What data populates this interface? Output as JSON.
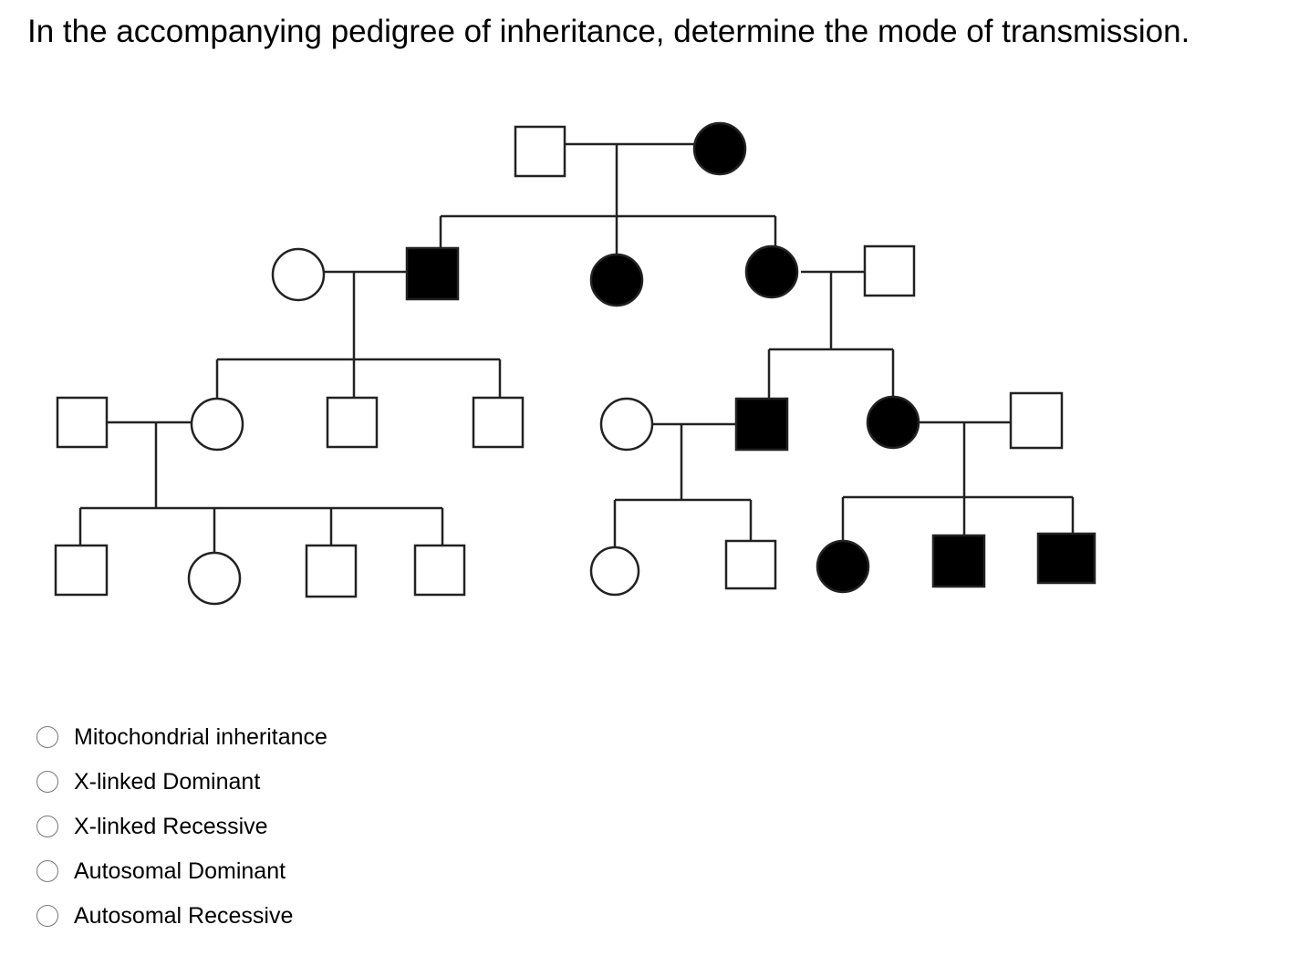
{
  "question": {
    "text": "In the accompanying pedigree of inheritance, determine the mode of transmission."
  },
  "pedigree": {
    "generation_1": [
      {
        "id": "I-1",
        "sex": "male",
        "affected": false
      },
      {
        "id": "I-2",
        "sex": "female",
        "affected": true
      }
    ],
    "generation_2": [
      {
        "id": "II-spouse-1",
        "sex": "female",
        "affected": false
      },
      {
        "id": "II-1",
        "sex": "male",
        "affected": true
      },
      {
        "id": "II-2",
        "sex": "female",
        "affected": true
      },
      {
        "id": "II-3",
        "sex": "female",
        "affected": true
      },
      {
        "id": "II-spouse-2",
        "sex": "male",
        "affected": false
      }
    ],
    "generation_3": [
      {
        "id": "III-spouse-1",
        "sex": "male",
        "affected": false
      },
      {
        "id": "III-1",
        "sex": "female",
        "affected": false
      },
      {
        "id": "III-2",
        "sex": "male",
        "affected": false
      },
      {
        "id": "III-3",
        "sex": "male",
        "affected": false
      },
      {
        "id": "III-spouse-2",
        "sex": "female",
        "affected": false
      },
      {
        "id": "III-4",
        "sex": "male",
        "affected": true
      },
      {
        "id": "III-5",
        "sex": "female",
        "affected": true
      },
      {
        "id": "III-spouse-3",
        "sex": "male",
        "affected": false
      }
    ],
    "generation_4": [
      {
        "id": "IV-1",
        "sex": "male",
        "affected": false
      },
      {
        "id": "IV-2",
        "sex": "female",
        "affected": false
      },
      {
        "id": "IV-3",
        "sex": "male",
        "affected": false
      },
      {
        "id": "IV-4",
        "sex": "male",
        "affected": false
      },
      {
        "id": "IV-5",
        "sex": "female",
        "affected": false
      },
      {
        "id": "IV-6",
        "sex": "male",
        "affected": false
      },
      {
        "id": "IV-7",
        "sex": "female",
        "affected": true
      },
      {
        "id": "IV-8",
        "sex": "male",
        "affected": true
      },
      {
        "id": "IV-9",
        "sex": "male",
        "affected": true
      }
    ]
  },
  "options": [
    {
      "label": "Mitochondrial inheritance",
      "selected": false
    },
    {
      "label": "X-linked Dominant",
      "selected": false
    },
    {
      "label": "X-linked Recessive",
      "selected": false
    },
    {
      "label": "Autosomal Dominant",
      "selected": false
    },
    {
      "label": "Autosomal Recessive",
      "selected": false
    }
  ],
  "colors": {
    "affected": "#000000",
    "unaffected": "#ffffff",
    "line": "#222222",
    "radio_border": "#767676"
  }
}
